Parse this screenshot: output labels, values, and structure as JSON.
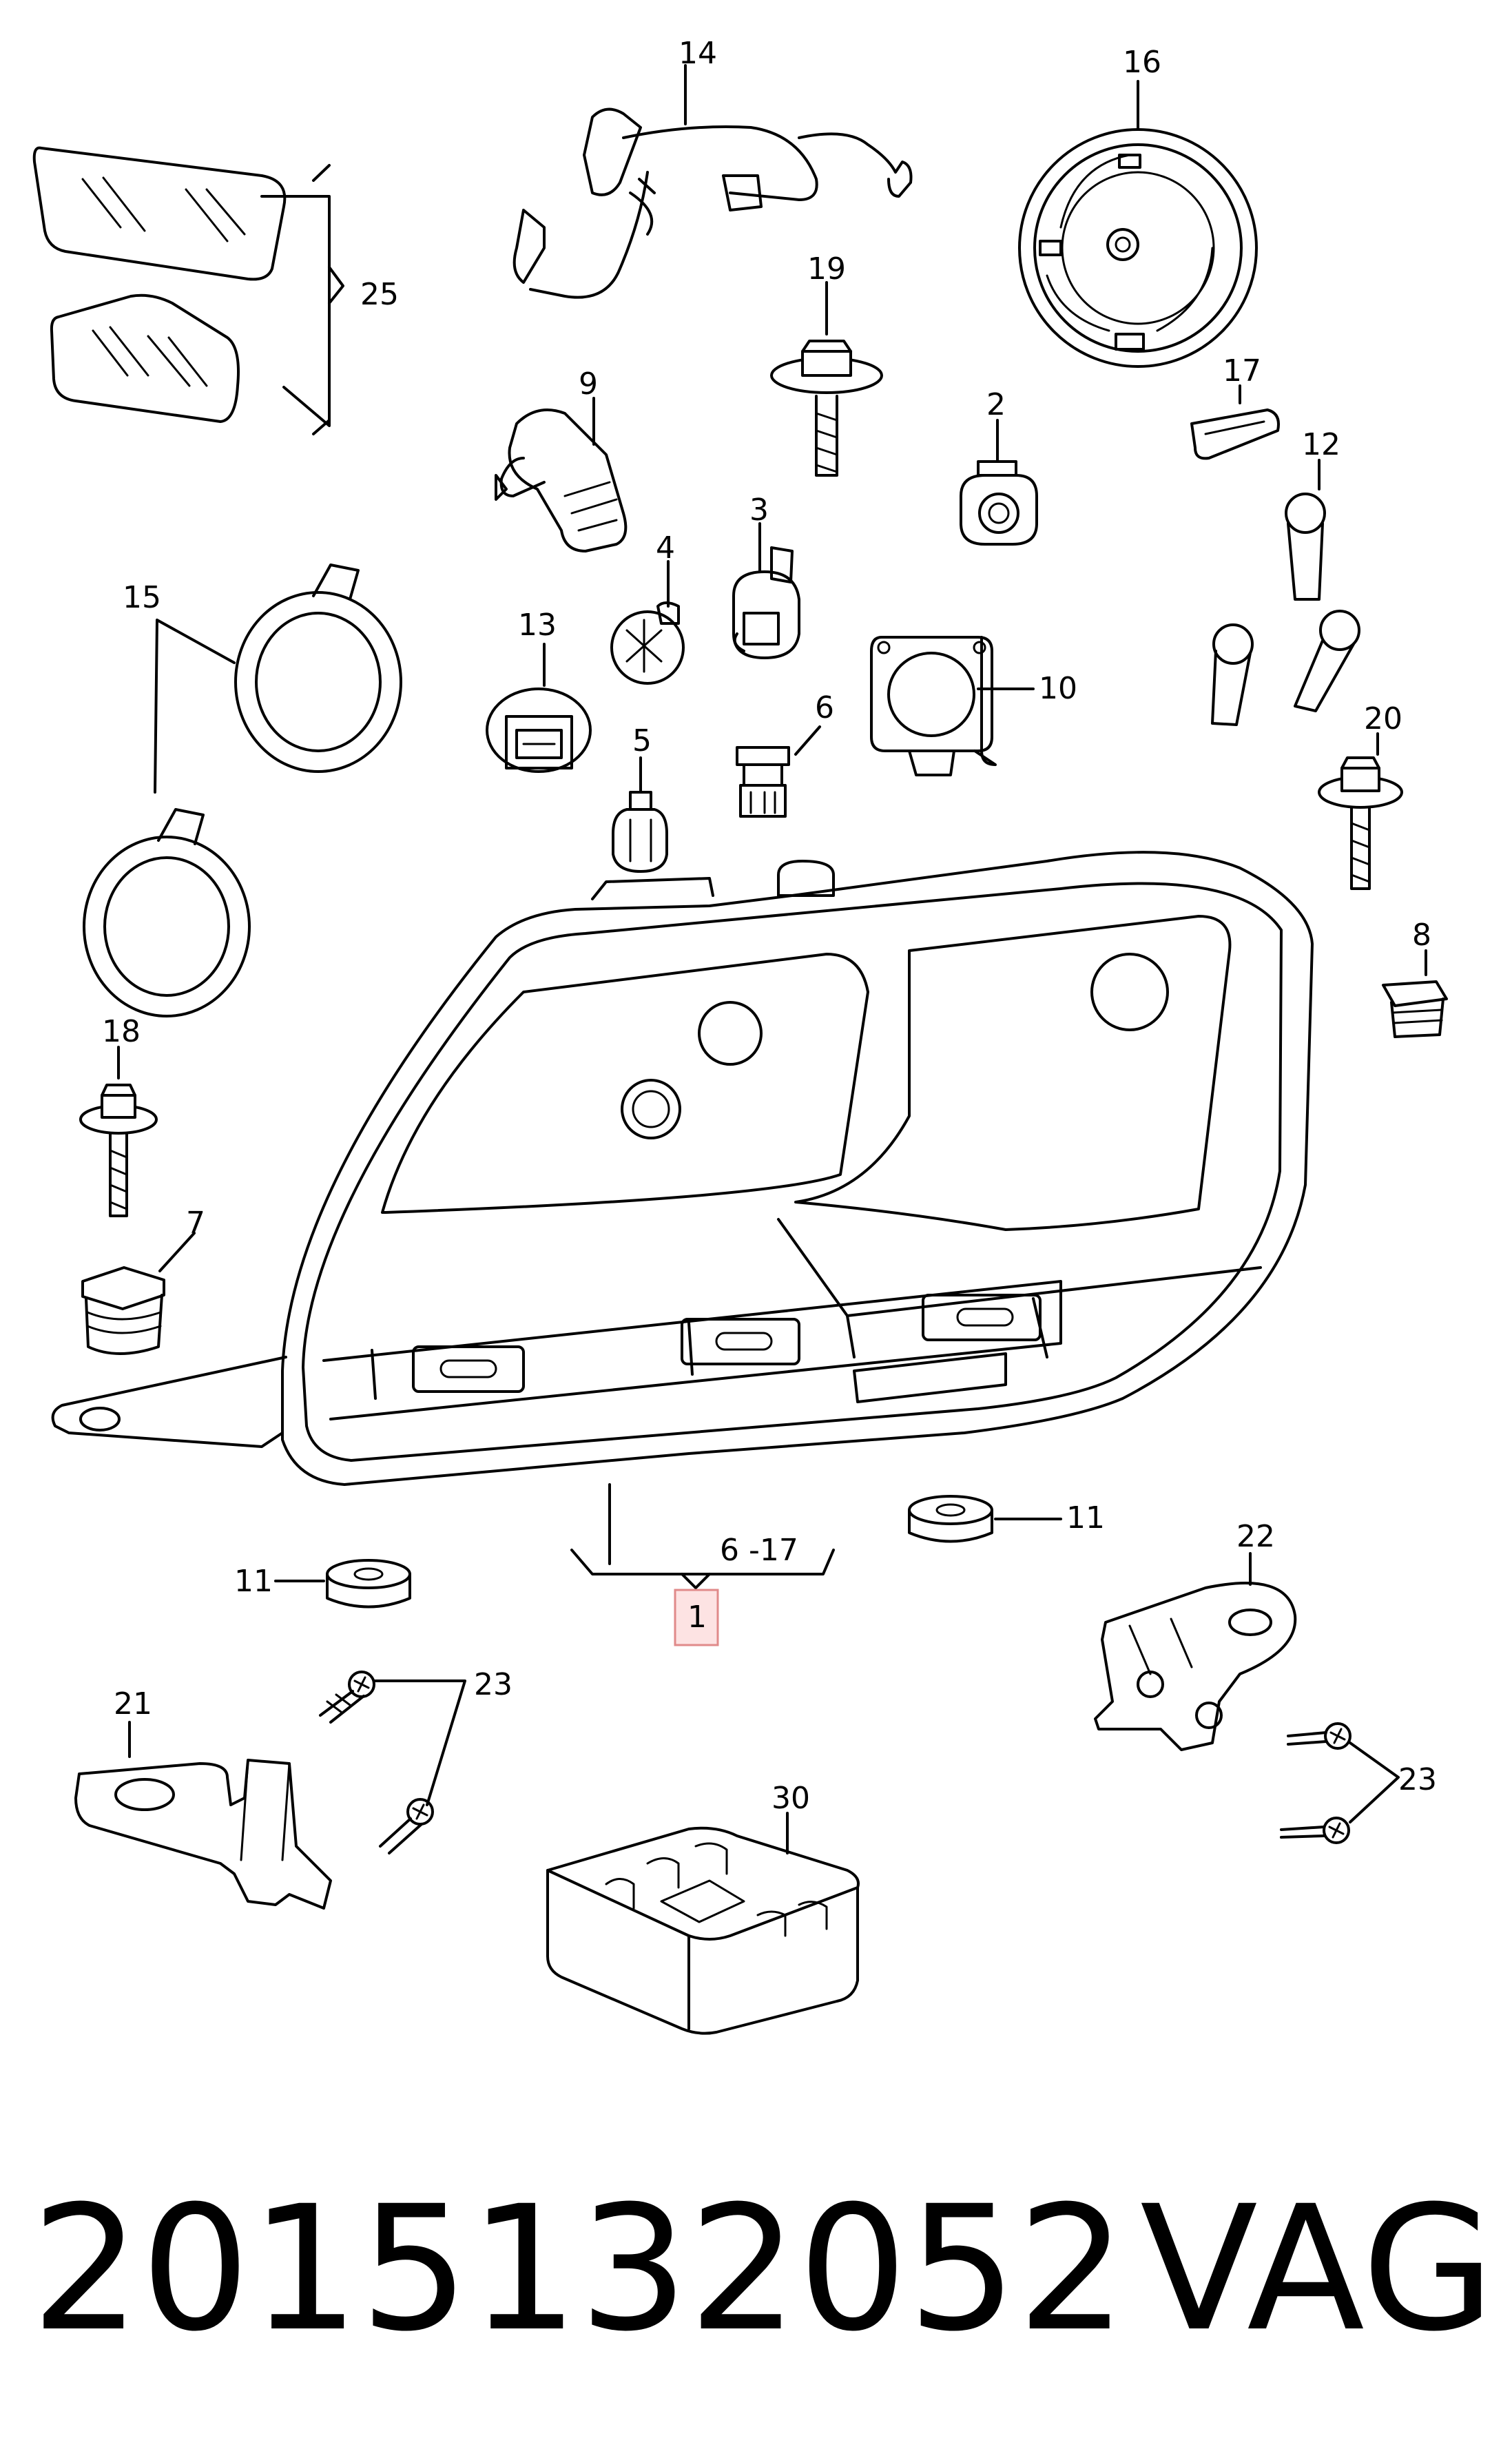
{
  "diagram": {
    "part_labels": {
      "p1": "1",
      "p2": "2",
      "p3": "3",
      "p4": "4",
      "p5": "5",
      "p6_17": "6 -17",
      "p6": "6",
      "p7": "7",
      "p8": "8",
      "p9": "9",
      "p10": "10",
      "p11a": "11",
      "p11b": "11",
      "p12": "12",
      "p13": "13",
      "p14": "14",
      "p15": "15",
      "p16": "16",
      "p17": "17",
      "p18": "18",
      "p19": "19",
      "p20": "20",
      "p21": "21",
      "p22": "22",
      "p23a": "23",
      "p23b": "23",
      "p25": "25",
      "p30": "30"
    },
    "highlight_color": "#fde3e3"
  },
  "footer": {
    "part_number": "2015132052",
    "brand": "VAG"
  }
}
